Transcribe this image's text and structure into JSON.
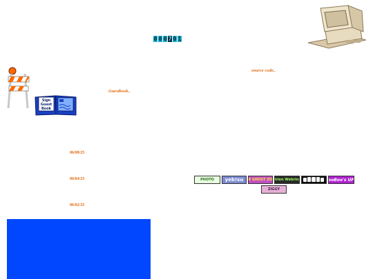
{
  "counter": {
    "digits": [
      "0",
      "0",
      "0",
      "7",
      "0",
      "1"
    ],
    "highlight_index": 3
  },
  "links": {
    "source_code": "source code..",
    "guestbook": "Guestbook.."
  },
  "guestbook_icon": {
    "line1": "Sign",
    "line2": "Guest",
    "line3": "Book"
  },
  "dates": [
    "06/08/25",
    "06/04/25",
    "06/02/25"
  ],
  "stamps": [
    {
      "label": "PHOTO",
      "bg": "#e8ffe0",
      "fg": "#2a6a20"
    },
    {
      "label": "yeb!su",
      "bg": "#7a8ad0",
      "fg": "#ffffff"
    },
    {
      "label": "THE GHOST ZONE",
      "bg": "#c050c0",
      "fg": "#ffe040"
    },
    {
      "label": "Orion Webring",
      "bg": "#2a2a2a",
      "fg": "#9cff60"
    },
    {
      "label": "",
      "bg": "#101010",
      "fg": "#ffffff"
    },
    {
      "label": "BooBoo's UFO",
      "bg": "#b020d0",
      "fg": "#ffffff"
    },
    {
      "label": "ZIGGY",
      "bg": "#e8b0d8",
      "fg": "#402040"
    }
  ],
  "icons": {
    "computer": "retro-computer-icon",
    "construction": "construction-barrier-icon",
    "guestbook": "guestbook-book-icon"
  },
  "colors": {
    "accent": "#e06a10",
    "blue_panel": "#0047ff",
    "counter": "#1aa8c8"
  }
}
